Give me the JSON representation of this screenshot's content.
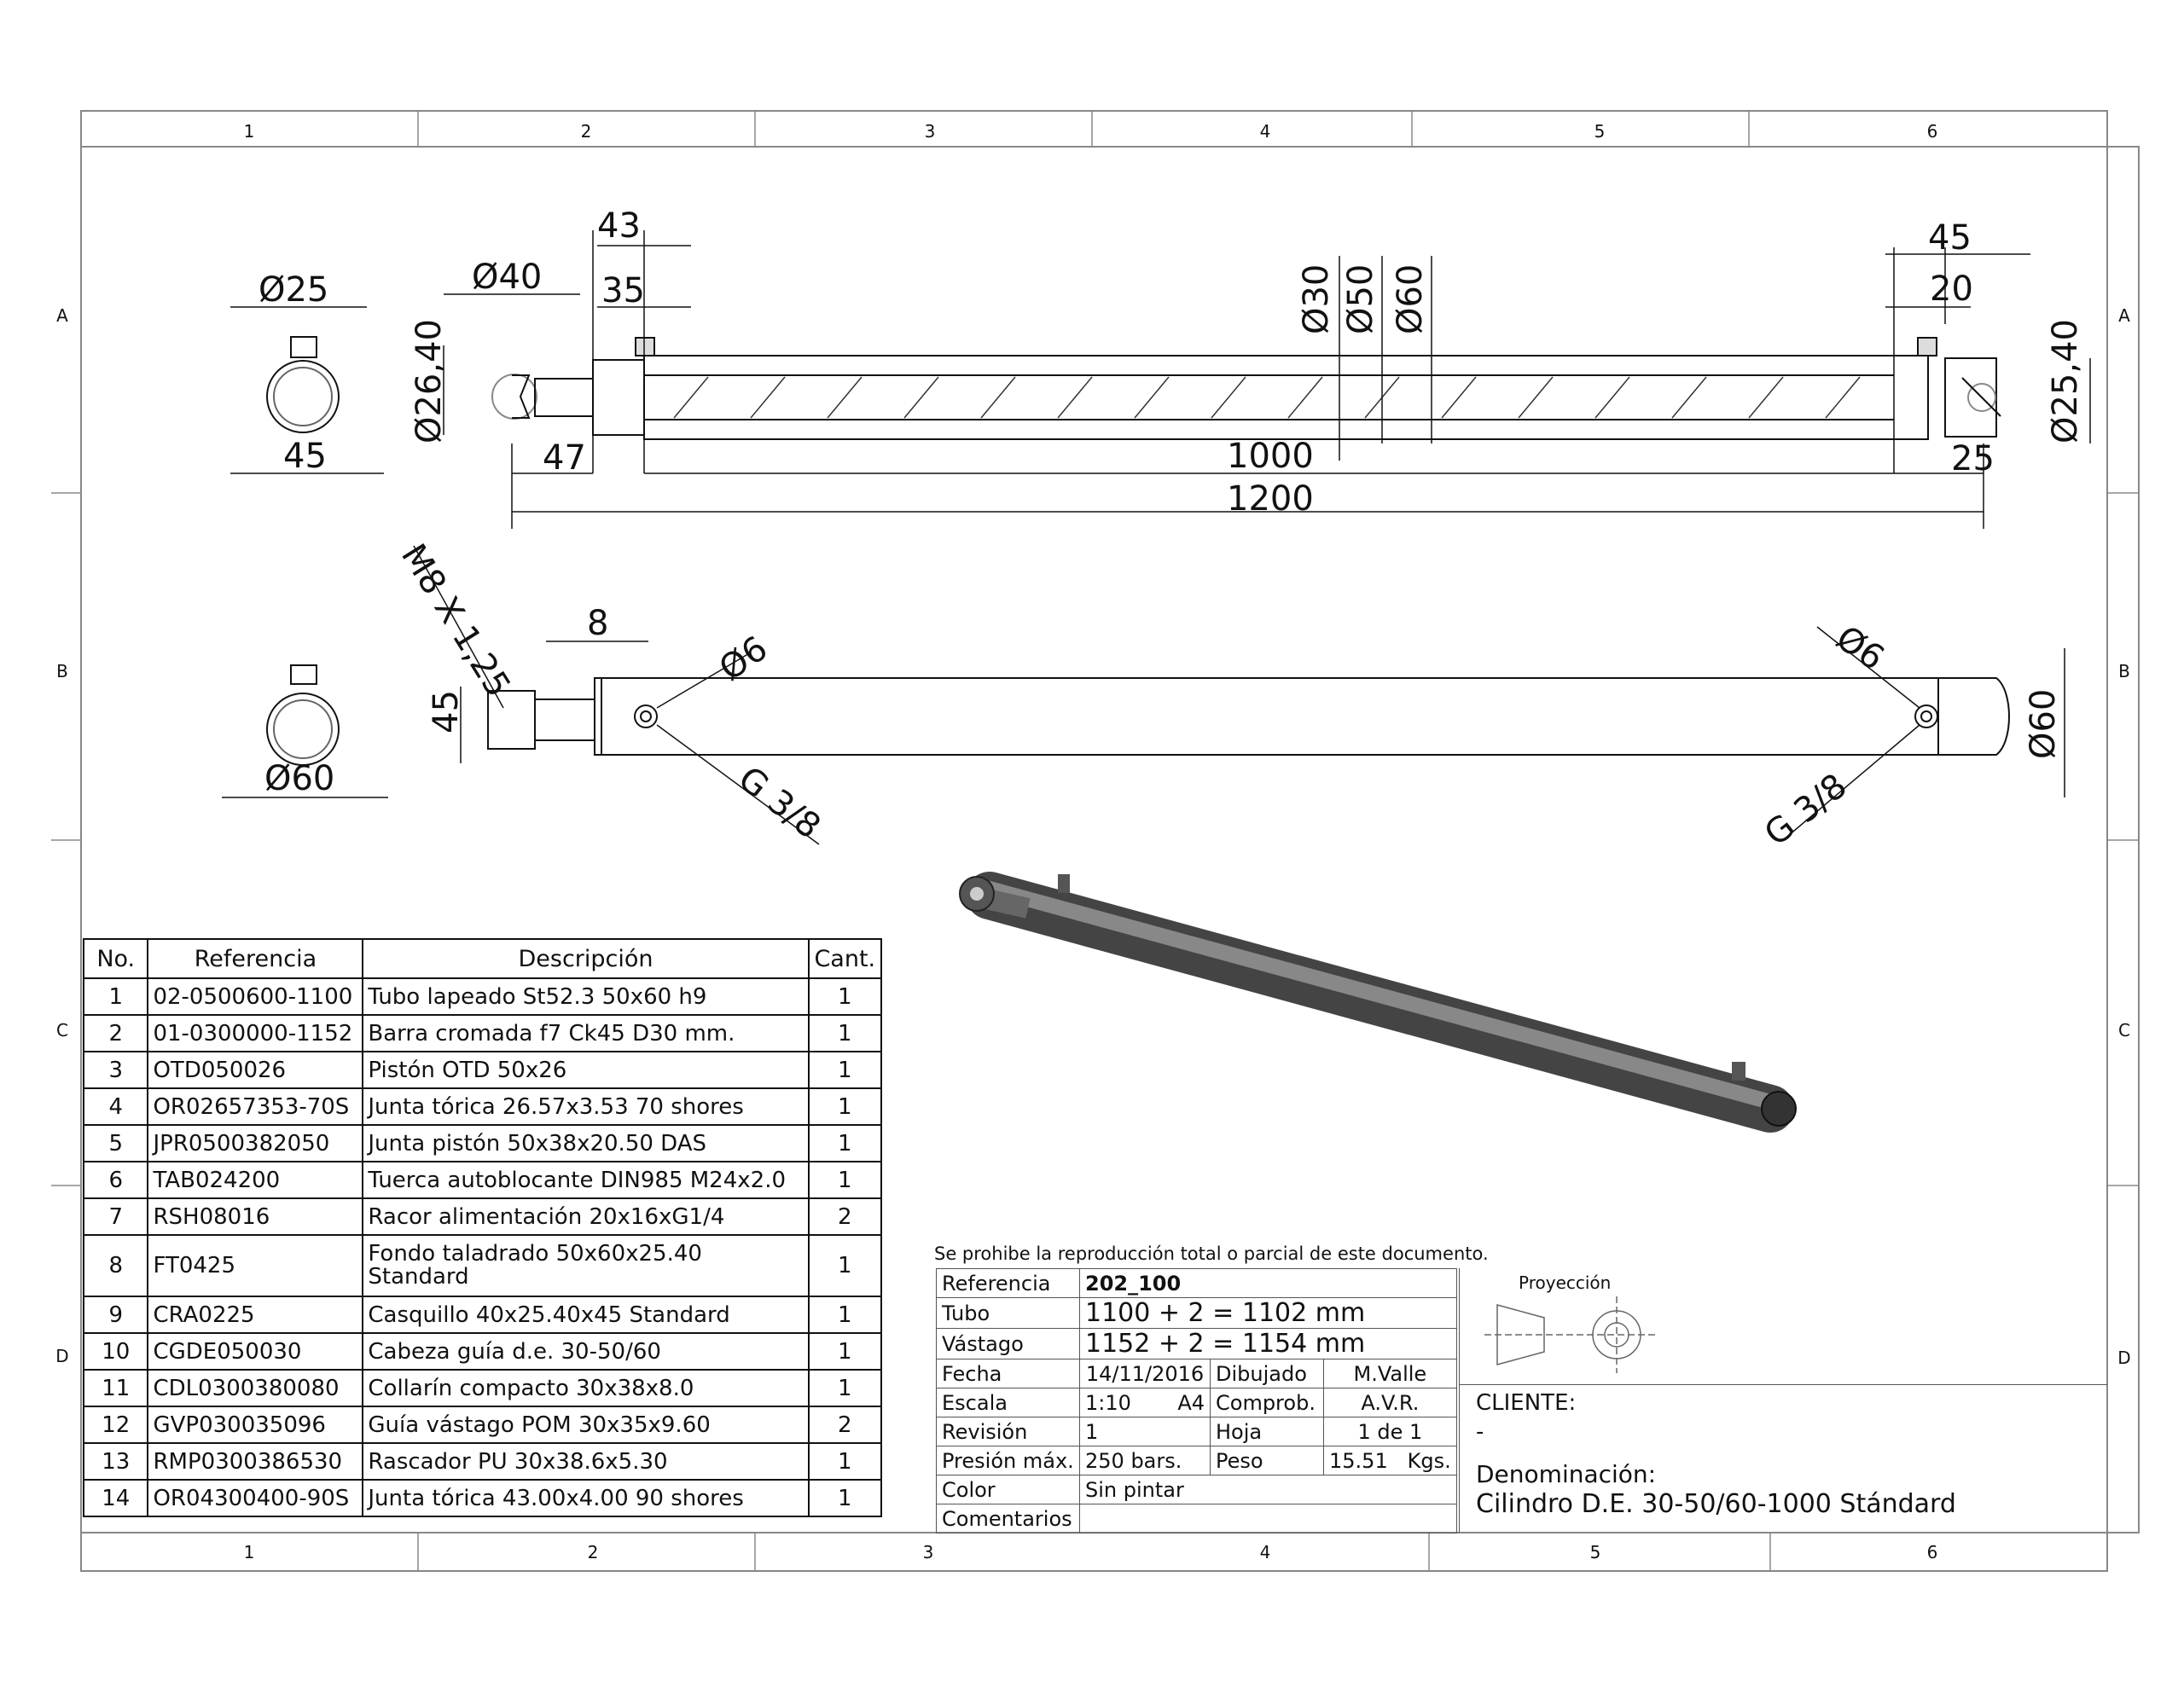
{
  "frame": {
    "col_labels": [
      "1",
      "2",
      "3",
      "4",
      "5",
      "6"
    ],
    "row_labels": [
      "A",
      "B",
      "C",
      "D"
    ]
  },
  "dimensions": {
    "d25": "Ø25",
    "w45_end": "45",
    "d26_40": "Ø26,40",
    "d40": "Ø40",
    "l43": "43",
    "l35": "35",
    "l47": "47",
    "d30": "Ø30",
    "d50": "Ø50",
    "d60_top": "Ø60",
    "l1000": "1000",
    "l1200": "1200",
    "r45": "45",
    "r20": "20",
    "r25": "25",
    "d25_40": "Ø25,40",
    "thread": "M8 X 1,25",
    "l8": "8",
    "h45": "45",
    "d6_left": "Ø6",
    "d6_right": "Ø6",
    "g38_left": "G 3/8",
    "g38_right": "G 3/8",
    "d60_side": "Ø60",
    "d60_end": "Ø60"
  },
  "bom": {
    "headers": [
      "No.",
      "Referencia",
      "Descripción",
      "Cant."
    ],
    "rows": [
      {
        "no": "1",
        "ref": "02-0500600-1100",
        "desc": "Tubo lapeado St52.3 50x60 h9",
        "qty": "1"
      },
      {
        "no": "2",
        "ref": "01-0300000-1152",
        "desc": "Barra cromada f7 Ck45 D30 mm.",
        "qty": "1"
      },
      {
        "no": "3",
        "ref": "OTD050026",
        "desc": "Pistón OTD 50x26",
        "qty": "1"
      },
      {
        "no": "4",
        "ref": "OR02657353-70S",
        "desc": "Junta tórica 26.57x3.53 70 shores",
        "qty": "1"
      },
      {
        "no": "5",
        "ref": "JPR0500382050",
        "desc": "Junta pistón 50x38x20.50 DAS",
        "qty": "1"
      },
      {
        "no": "6",
        "ref": "TAB024200",
        "desc": "Tuerca autoblocante DIN985 M24x2.0",
        "qty": "1"
      },
      {
        "no": "7",
        "ref": "RSH08016",
        "desc": "Racor alimentación 20x16xG1/4",
        "qty": "2"
      },
      {
        "no": "8",
        "ref": "FT0425",
        "desc": "Fondo taladrado 50x60x25.40 Standard",
        "qty": "1"
      },
      {
        "no": "9",
        "ref": "CRA0225",
        "desc": "Casquillo 40x25.40x45 Standard",
        "qty": "1"
      },
      {
        "no": "10",
        "ref": "CGDE050030",
        "desc": "Cabeza guía d.e. 30-50/60",
        "qty": "1"
      },
      {
        "no": "11",
        "ref": "CDL0300380080",
        "desc": "Collarín compacto 30x38x8.0",
        "qty": "1"
      },
      {
        "no": "12",
        "ref": "GVP030035096",
        "desc": "Guía vástago POM 30x35x9.60",
        "qty": "2"
      },
      {
        "no": "13",
        "ref": "RMP0300386530",
        "desc": "Rascador PU 30x38.6x5.30",
        "qty": "1"
      },
      {
        "no": "14",
        "ref": "OR04300400-90S",
        "desc": "Junta tórica 43.00x4.00 90 shores",
        "qty": "1"
      }
    ]
  },
  "notice": "Se prohibe la reproducción total o parcial de este documento.",
  "title_block": {
    "referencia_label": "Referencia",
    "referencia": "202_100",
    "tubo_label": "Tubo",
    "tubo": "1100 + 2 = 1102 mm",
    "vastago_label": "Vástago",
    "vastago": "1152 + 2 = 1154 mm",
    "fecha_label": "Fecha",
    "fecha": "14/11/2016",
    "dibujado_label": "Dibujado",
    "dibujado": "M.Valle",
    "escala_label": "Escala",
    "escala": "1:10",
    "formato": "A4",
    "comprob_label": "Comprob.",
    "comprob": "A.V.R.",
    "revision_label": "Revisión",
    "revision": "1",
    "hoja_label": "Hoja",
    "hoja": "1",
    "hoja_de": "de",
    "hoja_total": "1",
    "presion_label": "Presión máx.",
    "presion": "250 bars.",
    "peso_label": "Peso",
    "peso": "15.51",
    "peso_unit": "Kgs.",
    "color_label": "Color",
    "color": "Sin pintar",
    "comentarios_label": "Comentarios",
    "proyeccion_label": "Proyección",
    "cliente_label": "CLIENTE:",
    "cliente": "-",
    "denominacion_label": "Denominación:",
    "denominacion": "Cilindro D.E. 30-50/60-1000 Stándard"
  }
}
